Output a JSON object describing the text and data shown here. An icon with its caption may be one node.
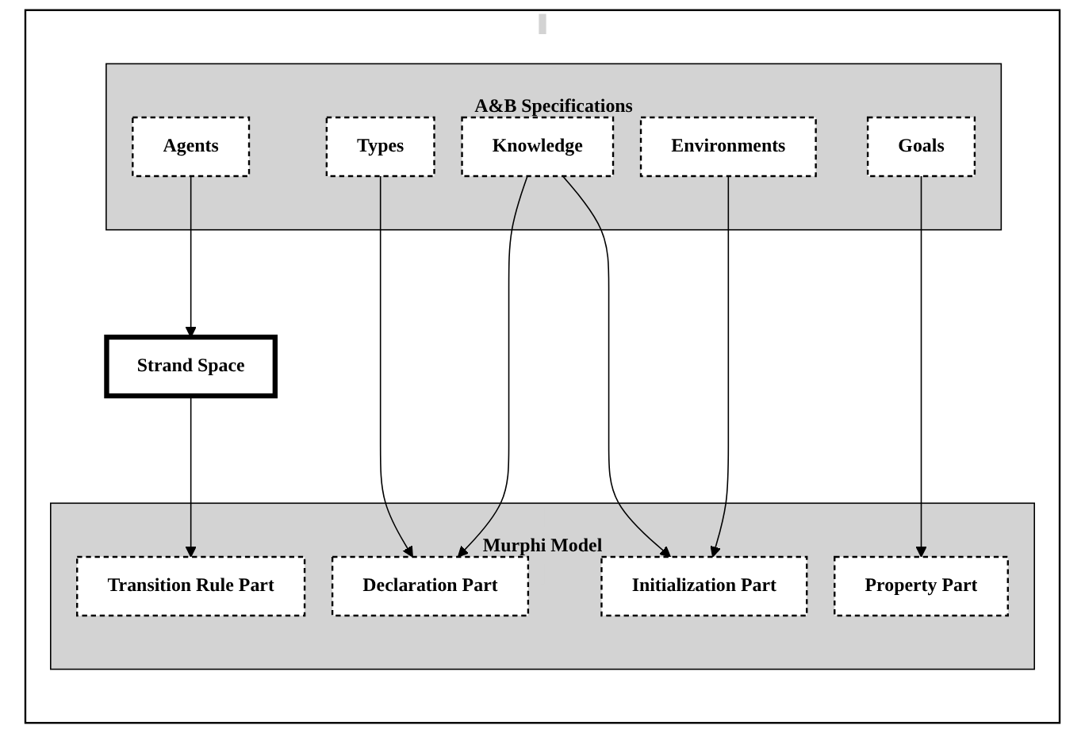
{
  "diagram": {
    "nodes": [
      {
        "text": [],
        "shape": "box"
      },
      {
        "text": [
          "A&B Specifications"
        ],
        "in": 0
      },
      {
        "text": [
          "Agents"
        ],
        "in": 1
      },
      {
        "text": [
          "Types"
        ],
        "in": 1
      },
      {
        "text": [
          "Knowledge"
        ],
        "in": 1
      },
      {
        "text": [
          "Environments"
        ],
        "in": 1
      },
      {
        "text": [
          "Goals"
        ],
        "in": 1
      },
      {
        "text": [
          "Strand Space"
        ],
        "in": 0
      },
      {
        "text": [
          "Murphi Model"
        ],
        "in": 0
      },
      {
        "text": [
          "Transition Rule Part"
        ],
        "in": 8
      },
      {
        "text": [
          "Declaration Part"
        ],
        "in": 8
      },
      {
        "text": [
          "Initialization Part"
        ],
        "in": 8
      },
      {
        "text": [
          "Property Part"
        ],
        "in": 8
      }
    ],
    "edges": [
      {
        "from": 2,
        "to": 7,
        "arrow": "to"
      },
      {
        "from": 7,
        "to": 9,
        "arrow": "to"
      },
      {
        "from": 3,
        "to": 10,
        "arrow": "to"
      },
      {
        "from": 4,
        "to": 10,
        "arrow": "to"
      },
      {
        "from": 4,
        "to": 11,
        "arrow": "to"
      },
      {
        "from": 5,
        "to": 11,
        "arrow": "to"
      },
      {
        "from": 6,
        "to": 12,
        "arrow": "to"
      }
    ]
  }
}
